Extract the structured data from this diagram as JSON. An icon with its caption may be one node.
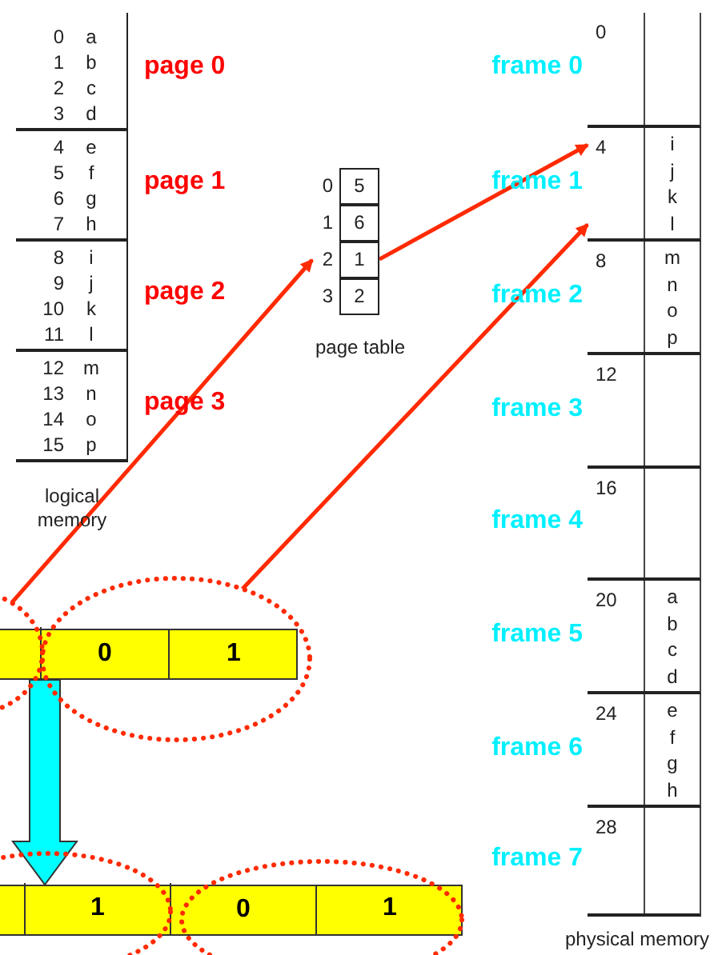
{
  "diagram": {
    "nodes": [
      {
        "text": [
          "logical memory"
        ]
      },
      {
        "text": [
          "0",
          "a",
          "1",
          "b",
          "2",
          "c",
          "3",
          "d"
        ],
        "beside": [
          "page 0"
        ],
        "in": 0
      },
      {
        "text": [
          "4",
          "e",
          "5",
          "f",
          "6",
          "g",
          "7",
          "h"
        ],
        "beside": [
          "page 1"
        ],
        "in": 0
      },
      {
        "text": [
          "8",
          "i",
          "9",
          "j",
          "10",
          "k",
          "11",
          "l"
        ],
        "beside": [
          "page 2"
        ],
        "in": 0
      },
      {
        "text": [
          "12",
          "m",
          "13",
          "n",
          "14",
          "o",
          "15",
          "p"
        ],
        "beside": [
          "page 3"
        ],
        "in": 0
      },
      {
        "text": [
          "page table"
        ]
      },
      {
        "text": [
          "5"
        ],
        "beside": [
          "0"
        ],
        "in": 5
      },
      {
        "text": [
          "6"
        ],
        "beside": [
          "1"
        ],
        "in": 5
      },
      {
        "text": [
          "1"
        ],
        "beside": [
          "2"
        ],
        "in": 5
      },
      {
        "text": [
          "2"
        ],
        "beside": [
          "3"
        ],
        "in": 5
      },
      {
        "text": [
          "physical memory"
        ]
      },
      {
        "text": [
          "0"
        ],
        "beside": [
          "frame 0"
        ],
        "in": 10
      },
      {
        "text": [
          "4",
          "i",
          "j",
          "k",
          "l"
        ],
        "beside": [
          "frame 1"
        ],
        "in": 10
      },
      {
        "text": [
          "8",
          "m",
          "n",
          "o",
          "p"
        ],
        "beside": [
          "frame 2"
        ],
        "in": 10
      },
      {
        "text": [
          "12"
        ],
        "beside": [
          "frame 3"
        ],
        "in": 10
      },
      {
        "text": [
          "16"
        ],
        "beside": [
          "frame 4"
        ],
        "in": 10
      },
      {
        "text": [
          "20",
          "a",
          "b",
          "c",
          "d"
        ],
        "beside": [
          "frame 5"
        ],
        "in": 10
      },
      {
        "text": [
          "24",
          "e",
          "f",
          "g",
          "h"
        ],
        "beside": [
          "frame 6"
        ],
        "in": 10
      },
      {
        "text": [
          "28"
        ],
        "beside": [
          "frame 7"
        ],
        "in": 10
      },
      {
        "text": [],
        "shape": "bar"
      },
      {
        "text": [],
        "shape": "box"
      },
      {
        "text": [
          "0"
        ],
        "in": 19
      },
      {
        "text": [
          "1"
        ],
        "in": 19
      },
      {
        "text": [],
        "shape": "ellipse"
      },
      {
        "text": [],
        "shape": "ellipse"
      },
      {
        "text": [],
        "shape": "bar"
      },
      {
        "text": [],
        "shape": "box"
      },
      {
        "text": [
          "1"
        ]
      },
      {
        "text": [
          "0"
        ],
        "in": 25
      },
      {
        "text": [
          "1"
        ]
      },
      {
        "text": [],
        "shape": "ellipse"
      },
      {
        "text": [],
        "shape": "ellipse"
      }
    ],
    "edges": [
      {
        "from": 23,
        "to": 8,
        "arrow": "to"
      },
      {
        "from": 8,
        "to": 12,
        "arrow": "to"
      },
      {
        "from": 24,
        "to": 12,
        "arrow": "to"
      },
      {
        "from": 19,
        "to": 25,
        "arrow": "to",
        "style": "thick",
        "color": "#00ffff"
      }
    ]
  }
}
